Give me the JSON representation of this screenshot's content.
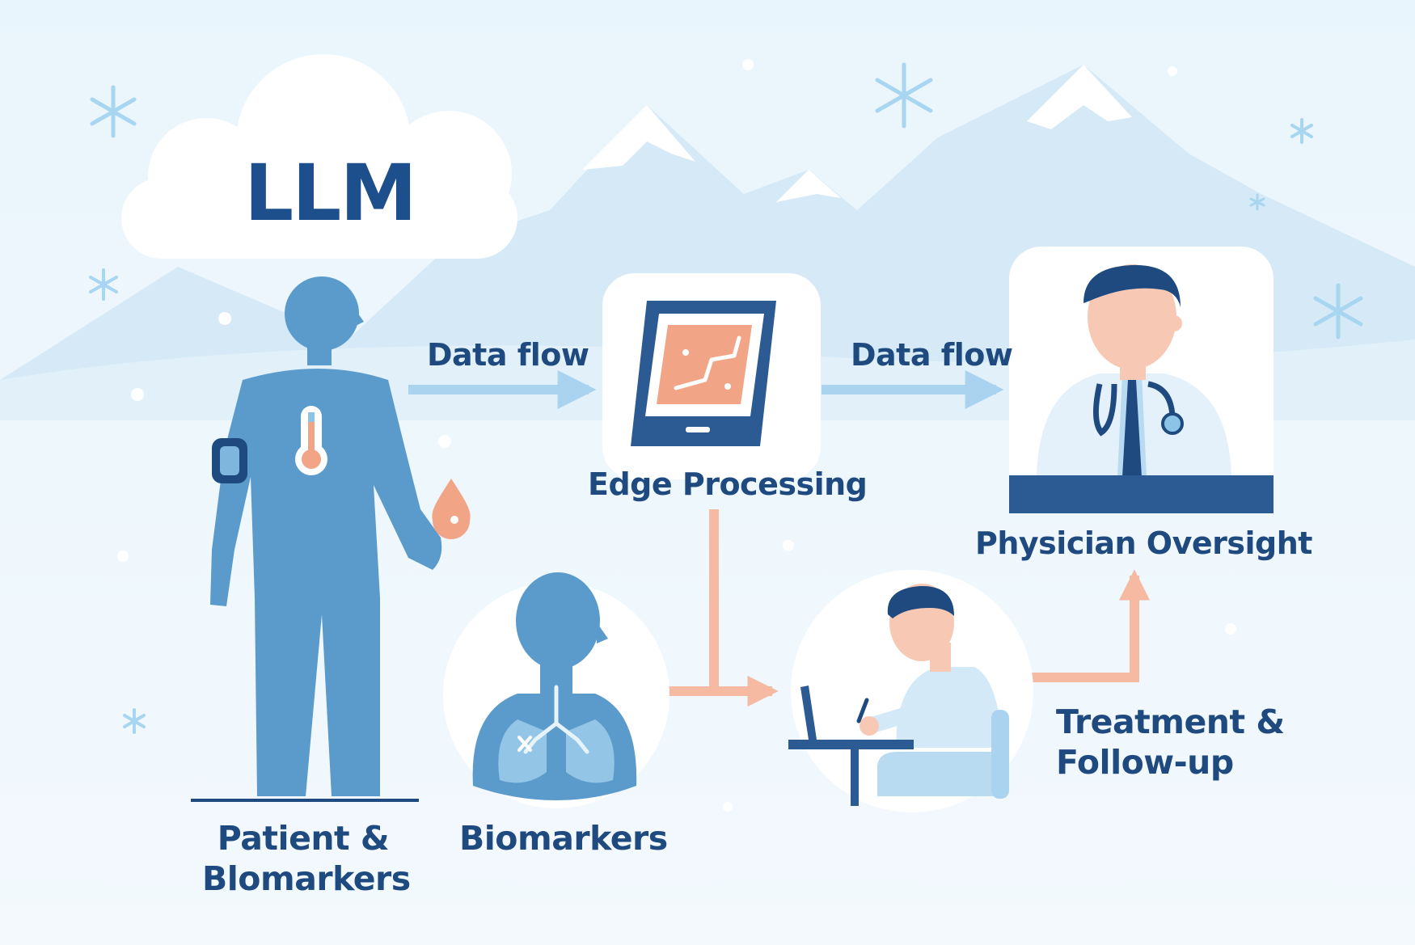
{
  "title": "LLM",
  "labels": {
    "data_flow_1": "Data flow",
    "data_flow_2": "Data flow",
    "edge_processing": "Edge Processing",
    "physician_oversight": "Physician Oversight",
    "patient_line1": "Patient &",
    "patient_line2": "Blomarkers",
    "biomarkers": "Biomarkers",
    "treatment_line1": "Treatment &",
    "treatment_line2": "Follow-up"
  },
  "colors": {
    "background": "#eef7fc",
    "figure_blue": "#5b9bcc",
    "dark_navy": "#1f4a80",
    "accent_orange": "#f2a487",
    "arrow_blue": "#a9d3ef",
    "arrow_orange": "#f6b9a2",
    "card_white": "#ffffff"
  },
  "icons": [
    "cloud-icon",
    "snowflake-icon",
    "patient-figure-icon",
    "thermometer-icon",
    "wearable-band-icon",
    "blood-drop-icon",
    "tablet-icon",
    "physician-icon",
    "stethoscope-icon",
    "lungs-icon",
    "clinician-laptop-icon"
  ]
}
